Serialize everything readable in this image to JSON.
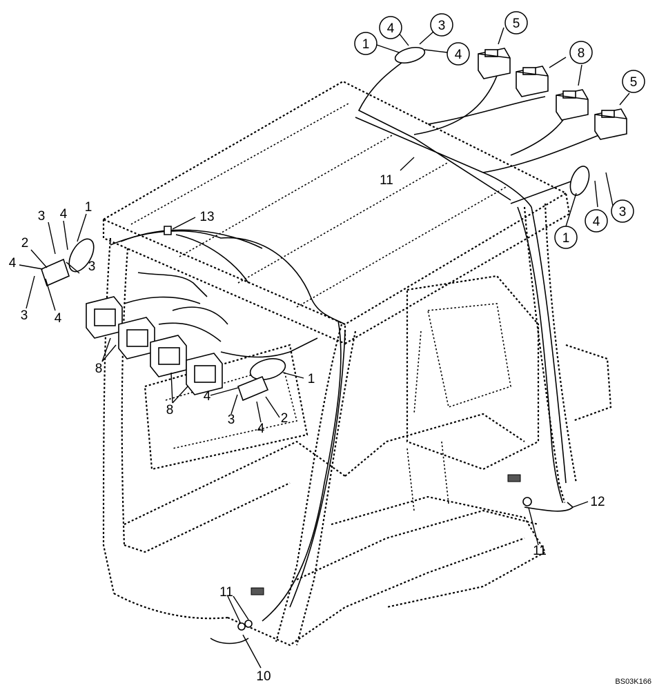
{
  "drawing_code": "BS03K166",
  "callouts": {
    "c1a": "1",
    "c4a": "4",
    "c3a": "3",
    "c4b": "4",
    "c5a": "5",
    "c8a": "8",
    "c5b": "5",
    "c1b": "1",
    "c4c": "4",
    "c3b": "3",
    "c11a": "11",
    "c13": "13",
    "c3c": "3",
    "c4d": "4",
    "c1c": "1",
    "c2a": "2",
    "c4e": "4",
    "c3d": "3",
    "c3e": "3",
    "c4f": "4",
    "c8b": "8",
    "c8c": "8",
    "c1d": "1",
    "c4g": "4",
    "c3f": "3",
    "c4h": "4",
    "c2b": "2",
    "c12": "12",
    "c11b": "11",
    "c11c": "11",
    "c10": "10"
  }
}
